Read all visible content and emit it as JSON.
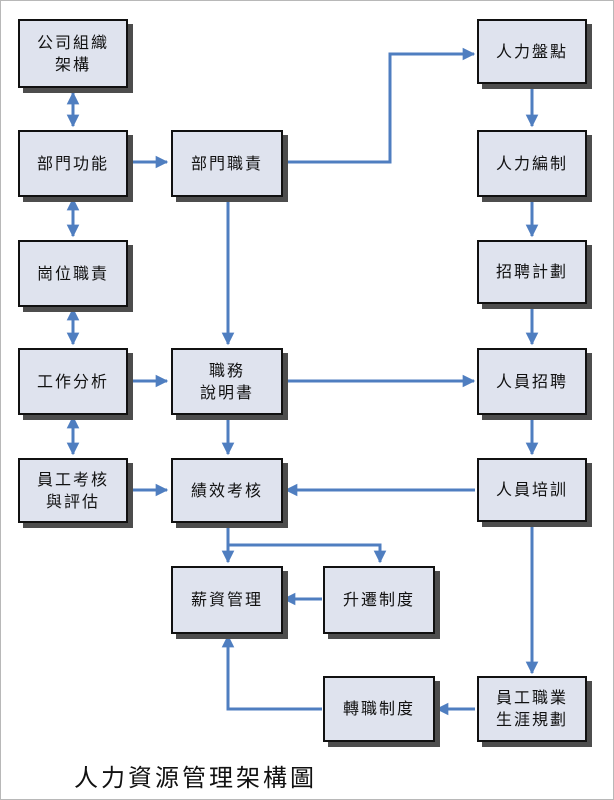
{
  "title": "人力資源管理架構圖",
  "colors": {
    "arrow": "#4f7ec0",
    "box_fill": "#dfe3ee",
    "box_border": "#111111",
    "box_shadow": "#4d4d4d"
  },
  "nodes": {
    "org": "公司組織\n架構",
    "dept_function": "部門功能",
    "post_duty": "崗位職責",
    "job_analysis": "工作分析",
    "appraisal_eval": "員工考核\n與評估",
    "dept_duty": "部門職責",
    "job_description": "職務\n說明書",
    "performance": "績效考核",
    "salary": "薪資管理",
    "promotion": "升遷制度",
    "manpower_count": "人力盤點",
    "manpower_plan": "人力編制",
    "recruit_plan": "招聘計劃",
    "recruitment": "人員招聘",
    "training": "人員培訓",
    "career_plan": "員工職業\n生涯規劃",
    "transfer": "轉職制度"
  }
}
